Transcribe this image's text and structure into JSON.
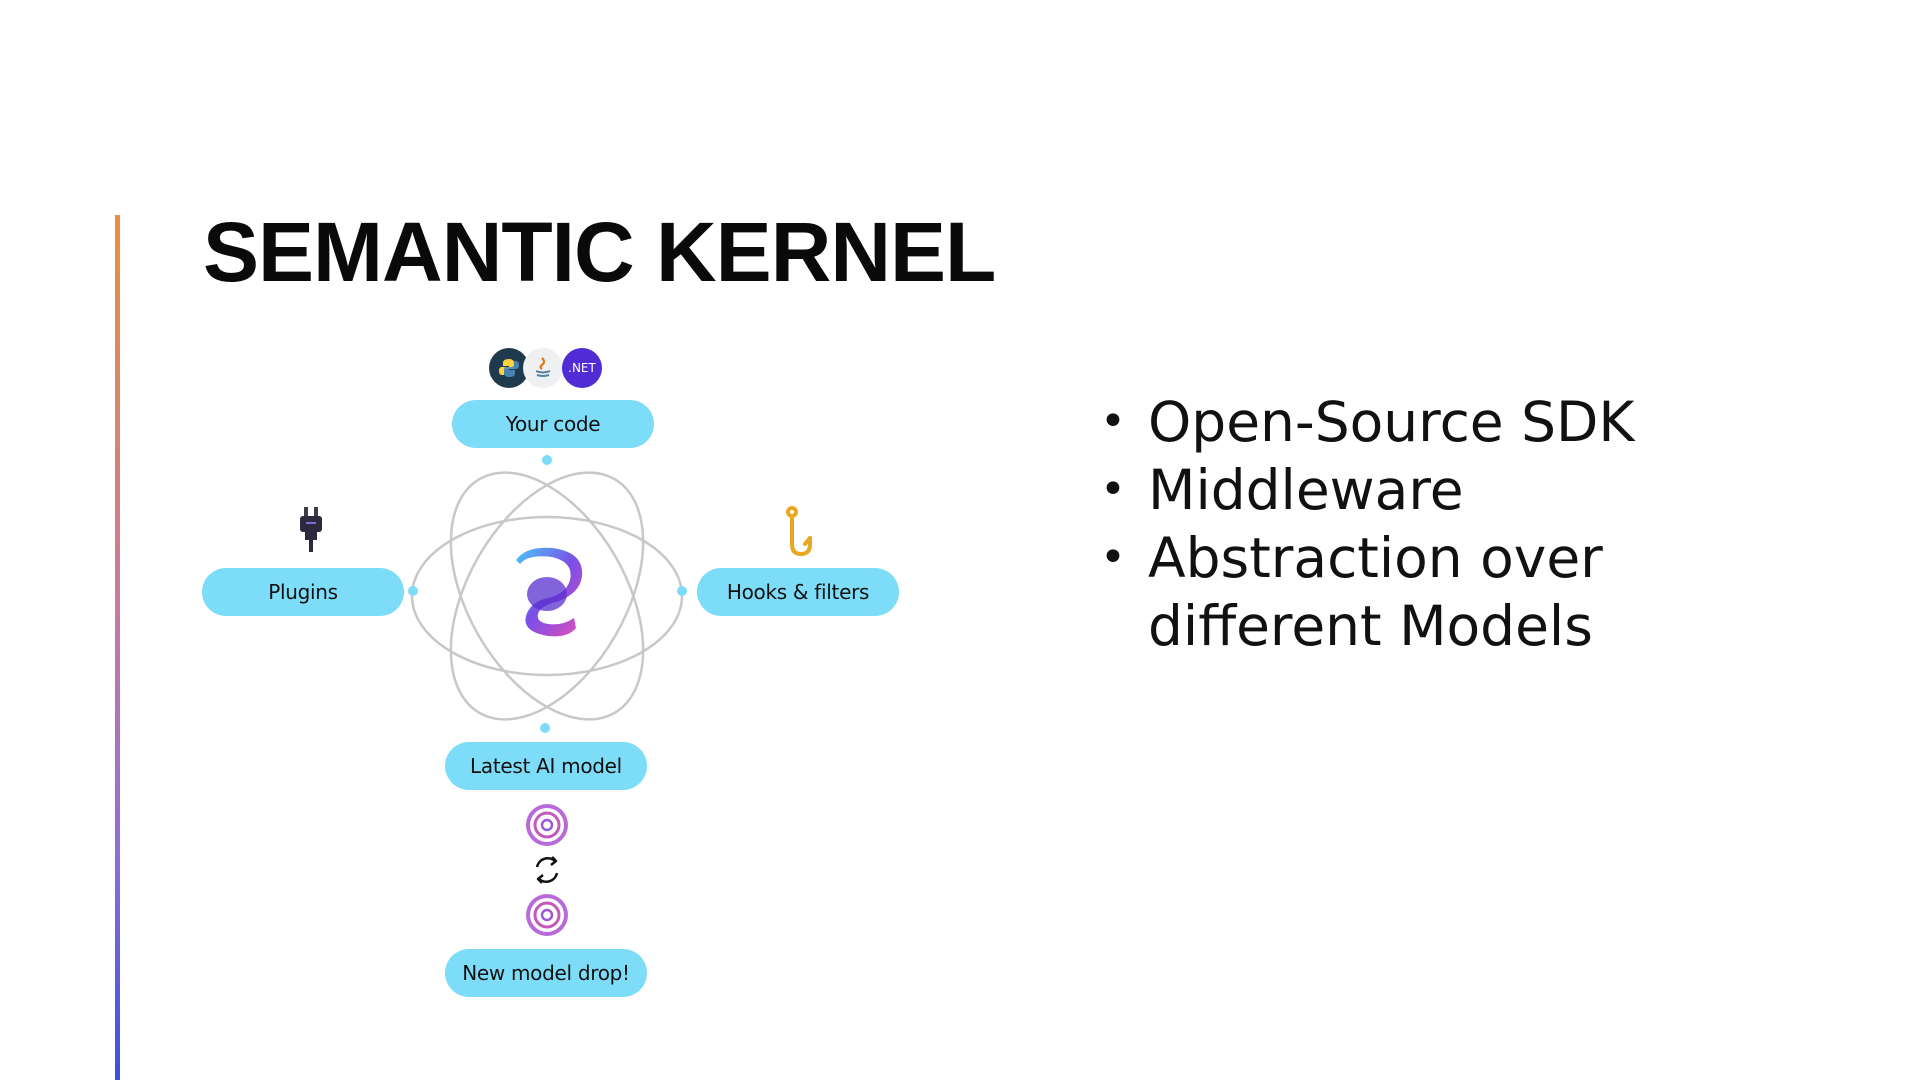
{
  "slide": {
    "title": "SEMANTIC KERNEL"
  },
  "diagram": {
    "nodes": {
      "top": "Your code",
      "left": "Plugins",
      "right": "Hooks & filters",
      "bottom": "Latest AI model",
      "footer": "New model drop!"
    },
    "language_icons": [
      {
        "icon": "python-icon",
        "label": ""
      },
      {
        "icon": "java-icon",
        "label": ""
      },
      {
        "icon": "dotnet-icon",
        "label": ".NET"
      }
    ],
    "colors": {
      "pill": "#7ddcf7",
      "orbit": "#c8c8c8",
      "dot": "#7ddcf7",
      "hook": "#e8a820"
    }
  },
  "bullets": [
    "Open-Source SDK",
    "Middleware",
    "Abstraction over different Models"
  ],
  "accent_colors": [
    "#e8913a",
    "#c97aa0",
    "#8a6fd6",
    "#3b4fe0"
  ]
}
